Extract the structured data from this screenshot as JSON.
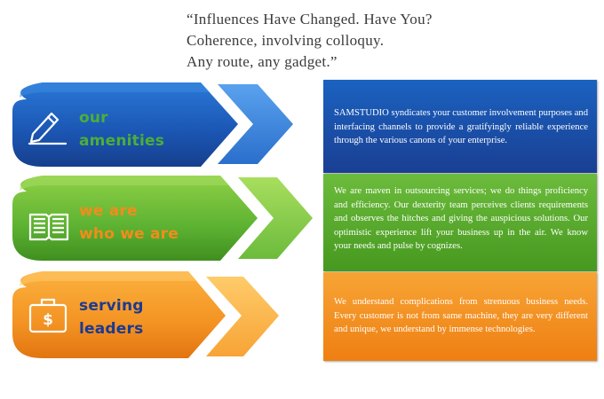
{
  "quote": {
    "line1": "“Influences Have Changed. Have You?",
    "line2": "Coherence, involving colloquy.",
    "line3": "Any route, any gadget.”"
  },
  "sections": [
    {
      "label_line1": "our",
      "label_line2": "amenities",
      "icon": "pencil-icon",
      "color": "#1a55b0",
      "label_color": "#4cae3a",
      "text": "SAMSTUDIO syndicates your customer involvement purposes and interfacing channels to provide a gratifyingly reliable experience through the various canons of your enterprise."
    },
    {
      "label_line1": "we are",
      "label_line2": "who we are",
      "icon": "book-icon",
      "color": "#5db232",
      "label_color": "#f28c1c",
      "text": "We are maven in outsourcing services; we do things proficiency and efficiency. Our dexterity team perceives clients requirements and observes the hitches and giving the auspicious solutions. Our optimistic experience lift your business up in the air. We know your needs and pulse by cognizes."
    },
    {
      "label_line1": "serving",
      "label_line2": "leaders",
      "icon": "briefcase-dollar-icon",
      "color": "#f39323",
      "label_color": "#1d3a8f",
      "text": "We understand complications from strenuous business needs. Every customer is not from same machine, they are very different and unique, we understand by immense technologies."
    }
  ]
}
